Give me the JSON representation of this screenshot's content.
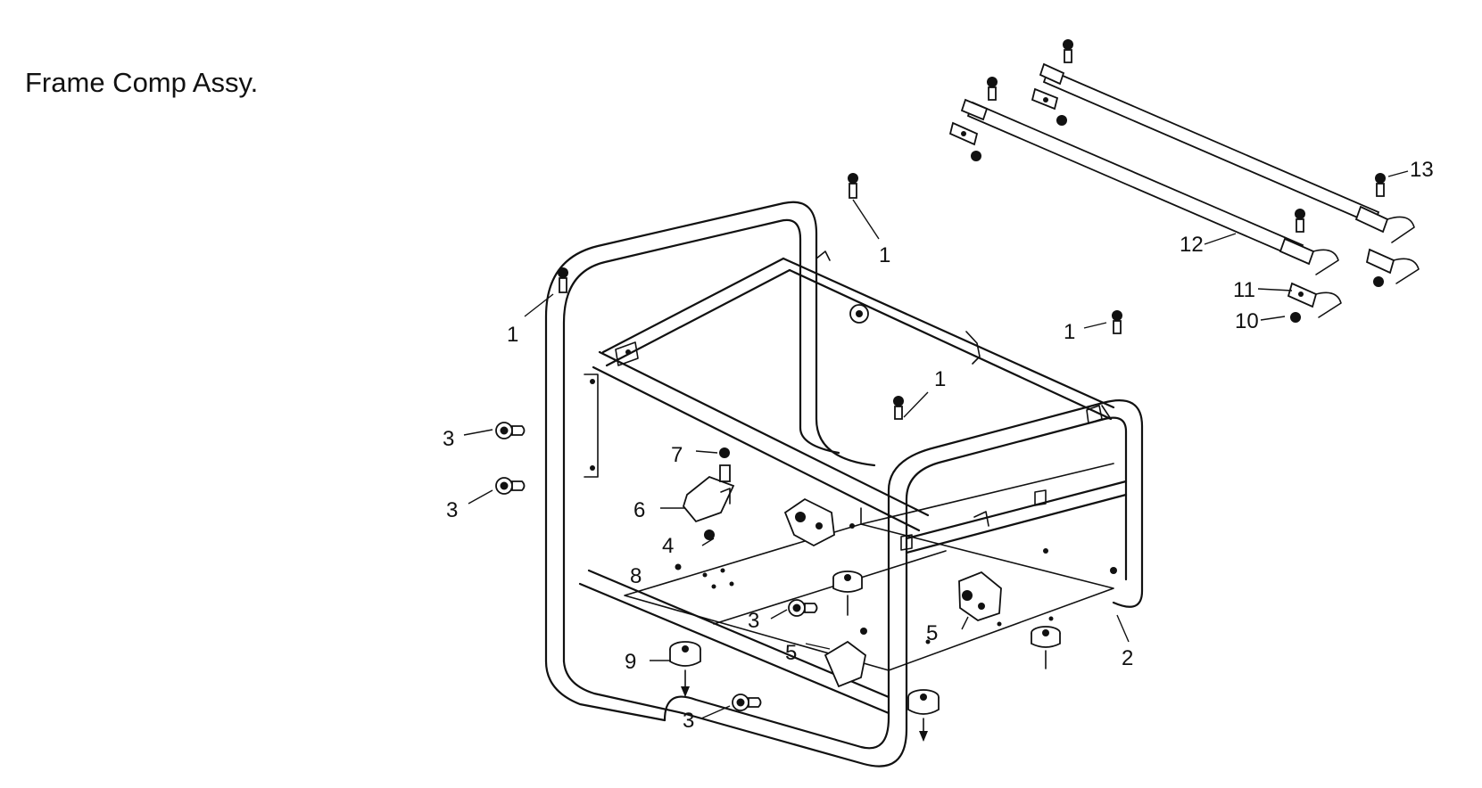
{
  "diagram": {
    "title": "Frame Comp Assy.",
    "callouts": [
      "1",
      "1",
      "1",
      "1",
      "1",
      "2",
      "3",
      "3",
      "3",
      "3",
      "4",
      "5",
      "5",
      "6",
      "7",
      "8",
      "9",
      "10",
      "11",
      "12",
      "13"
    ]
  }
}
